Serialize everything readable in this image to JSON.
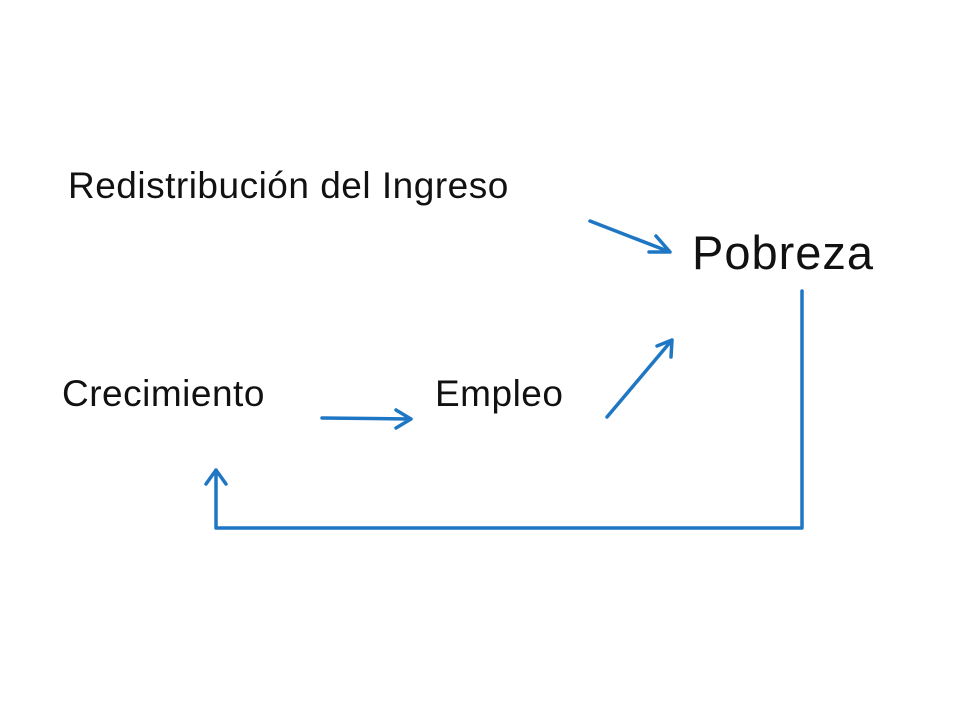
{
  "diagram": {
    "nodes": {
      "redistribucion": "Redistribución del Ingreso",
      "pobreza": "Pobreza",
      "crecimiento": "Crecimiento",
      "empleo": "Empleo"
    },
    "edges": [
      {
        "from": "redistribucion",
        "to": "pobreza"
      },
      {
        "from": "crecimiento",
        "to": "empleo"
      },
      {
        "from": "empleo",
        "to": "pobreza"
      },
      {
        "from": "pobreza",
        "to": "crecimiento"
      }
    ]
  },
  "colors": {
    "arrow": "#1f77c4",
    "text": "#111111",
    "background": "#ffffff"
  }
}
